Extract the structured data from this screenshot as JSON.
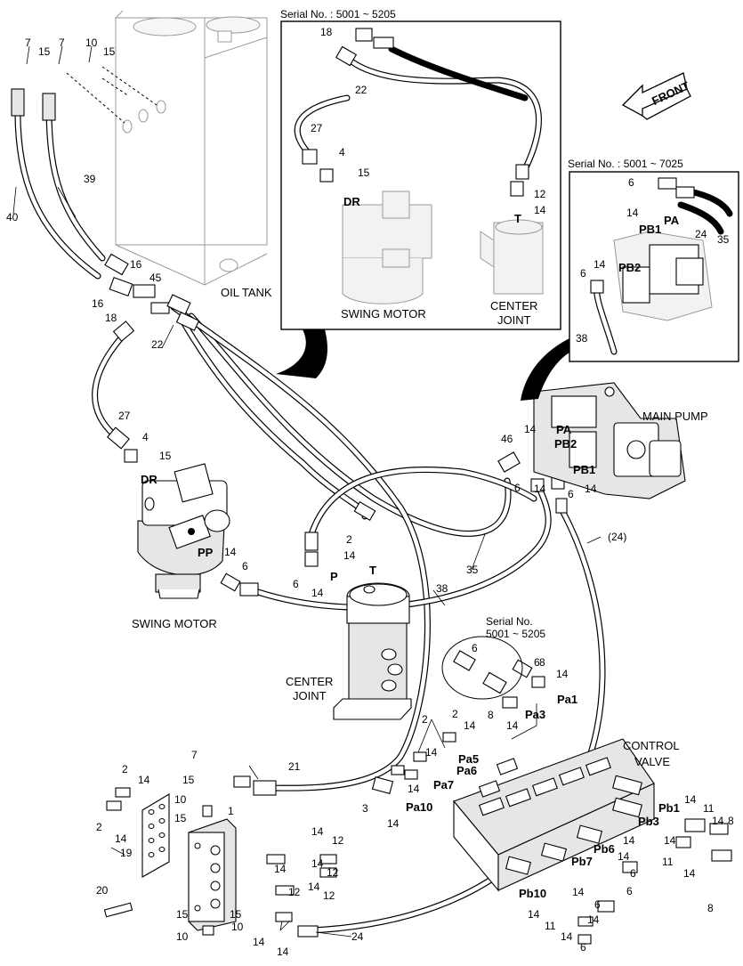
{
  "callouts": {
    "c1": "7",
    "c2": "7",
    "c3": "10",
    "c4": "15",
    "c5": "15",
    "c6": "39",
    "c7": "40",
    "c8": "16",
    "c9": "16",
    "c10": "45",
    "c11": "18",
    "c12": "22",
    "c13": "27",
    "c14": "4",
    "c15": "15",
    "c16": "14",
    "c17": "6",
    "c18": "2",
    "c19": "14",
    "c20": "6",
    "c21": "14",
    "c22": "35",
    "c23": "38",
    "c24": "(24)",
    "c25": "46",
    "c26": "14",
    "c27": "6",
    "c28": "14",
    "c29": "6",
    "c30": "14",
    "c31": "6",
    "c32": "8",
    "c33": "14",
    "c34": "8",
    "c35": "14",
    "c36": "2",
    "c37": "14",
    "c38": "2",
    "c39": "14",
    "c40": "14",
    "c41": "3",
    "c42": "14",
    "c43": "21",
    "c44": "7",
    "c45": "15",
    "c46": "10",
    "c47": "15",
    "c48": "1",
    "c49": "2",
    "c50": "14",
    "c51": "2",
    "c52": "14",
    "c53": "20",
    "c54": "19",
    "c55": "14",
    "c56": "12",
    "c57": "14",
    "c58": "12",
    "c59": "14",
    "c60": "12",
    "c61": "14",
    "c62": "12",
    "c63": "15",
    "c64": "15",
    "c65": "10",
    "c66": "10",
    "c67": "14",
    "c68": "14",
    "c69": "24",
    "c70": "14",
    "c71": "11",
    "c72": "14",
    "c73": "8",
    "c74": "14",
    "c75": "11",
    "c76": "14",
    "c77": "8",
    "c78": "14",
    "c79": "6",
    "c80": "14",
    "c81": "6",
    "c82": "14",
    "c83": "11",
    "c84": "14",
    "c85": "6",
    "c86": "14",
    "c87": "6",
    "c88": "14"
  },
  "port_labels": {
    "dr_main": "DR",
    "pp": "PP",
    "p_port": "P",
    "t_port": "T",
    "pa_main": "PA",
    "pb2_main": "PB2",
    "pb1_main": "PB1",
    "pa1": "Pa1",
    "pa3": "Pa3",
    "pa5": "Pa5",
    "pa6": "Pa6",
    "pa7": "Pa7",
    "pa10": "Pa10",
    "pb1": "Pb1",
    "pb3": "Pb3",
    "pb6": "Pb6",
    "pb7": "Pb7",
    "pb10": "Pb10"
  },
  "component_labels": {
    "oil_tank": "OIL TANK",
    "swing_motor": "SWING MOTOR",
    "center_joint_1": "CENTER",
    "center_joint_2": "JOINT",
    "main_pump": "MAIN PUMP",
    "control_valve_1": "CONTROL",
    "control_valve_2": "VALVE",
    "front": "FRONT"
  },
  "inset_swing": {
    "serial": "Serial No. : 5001 ~ 5205",
    "c18": "18",
    "c22": "22",
    "c27": "27",
    "c4": "4",
    "c15": "15",
    "c12": "12",
    "c14": "14",
    "dr": "DR",
    "t": "T",
    "swing_motor": "SWING MOTOR",
    "center_1": "CENTER",
    "center_2": "JOINT"
  },
  "inset_pump": {
    "serial": "Serial No. : 5001 ~ 7025",
    "c6a": "6",
    "c14a": "14",
    "c24": "24",
    "c35": "35",
    "c6b": "6",
    "c14b": "14",
    "c38": "38",
    "pb1": "PB1",
    "pa": "PA",
    "pb2": "PB2"
  },
  "inset_valve": {
    "serial_1": "Serial No.",
    "serial_2": "5001 ~ 5205",
    "c6": "6"
  }
}
